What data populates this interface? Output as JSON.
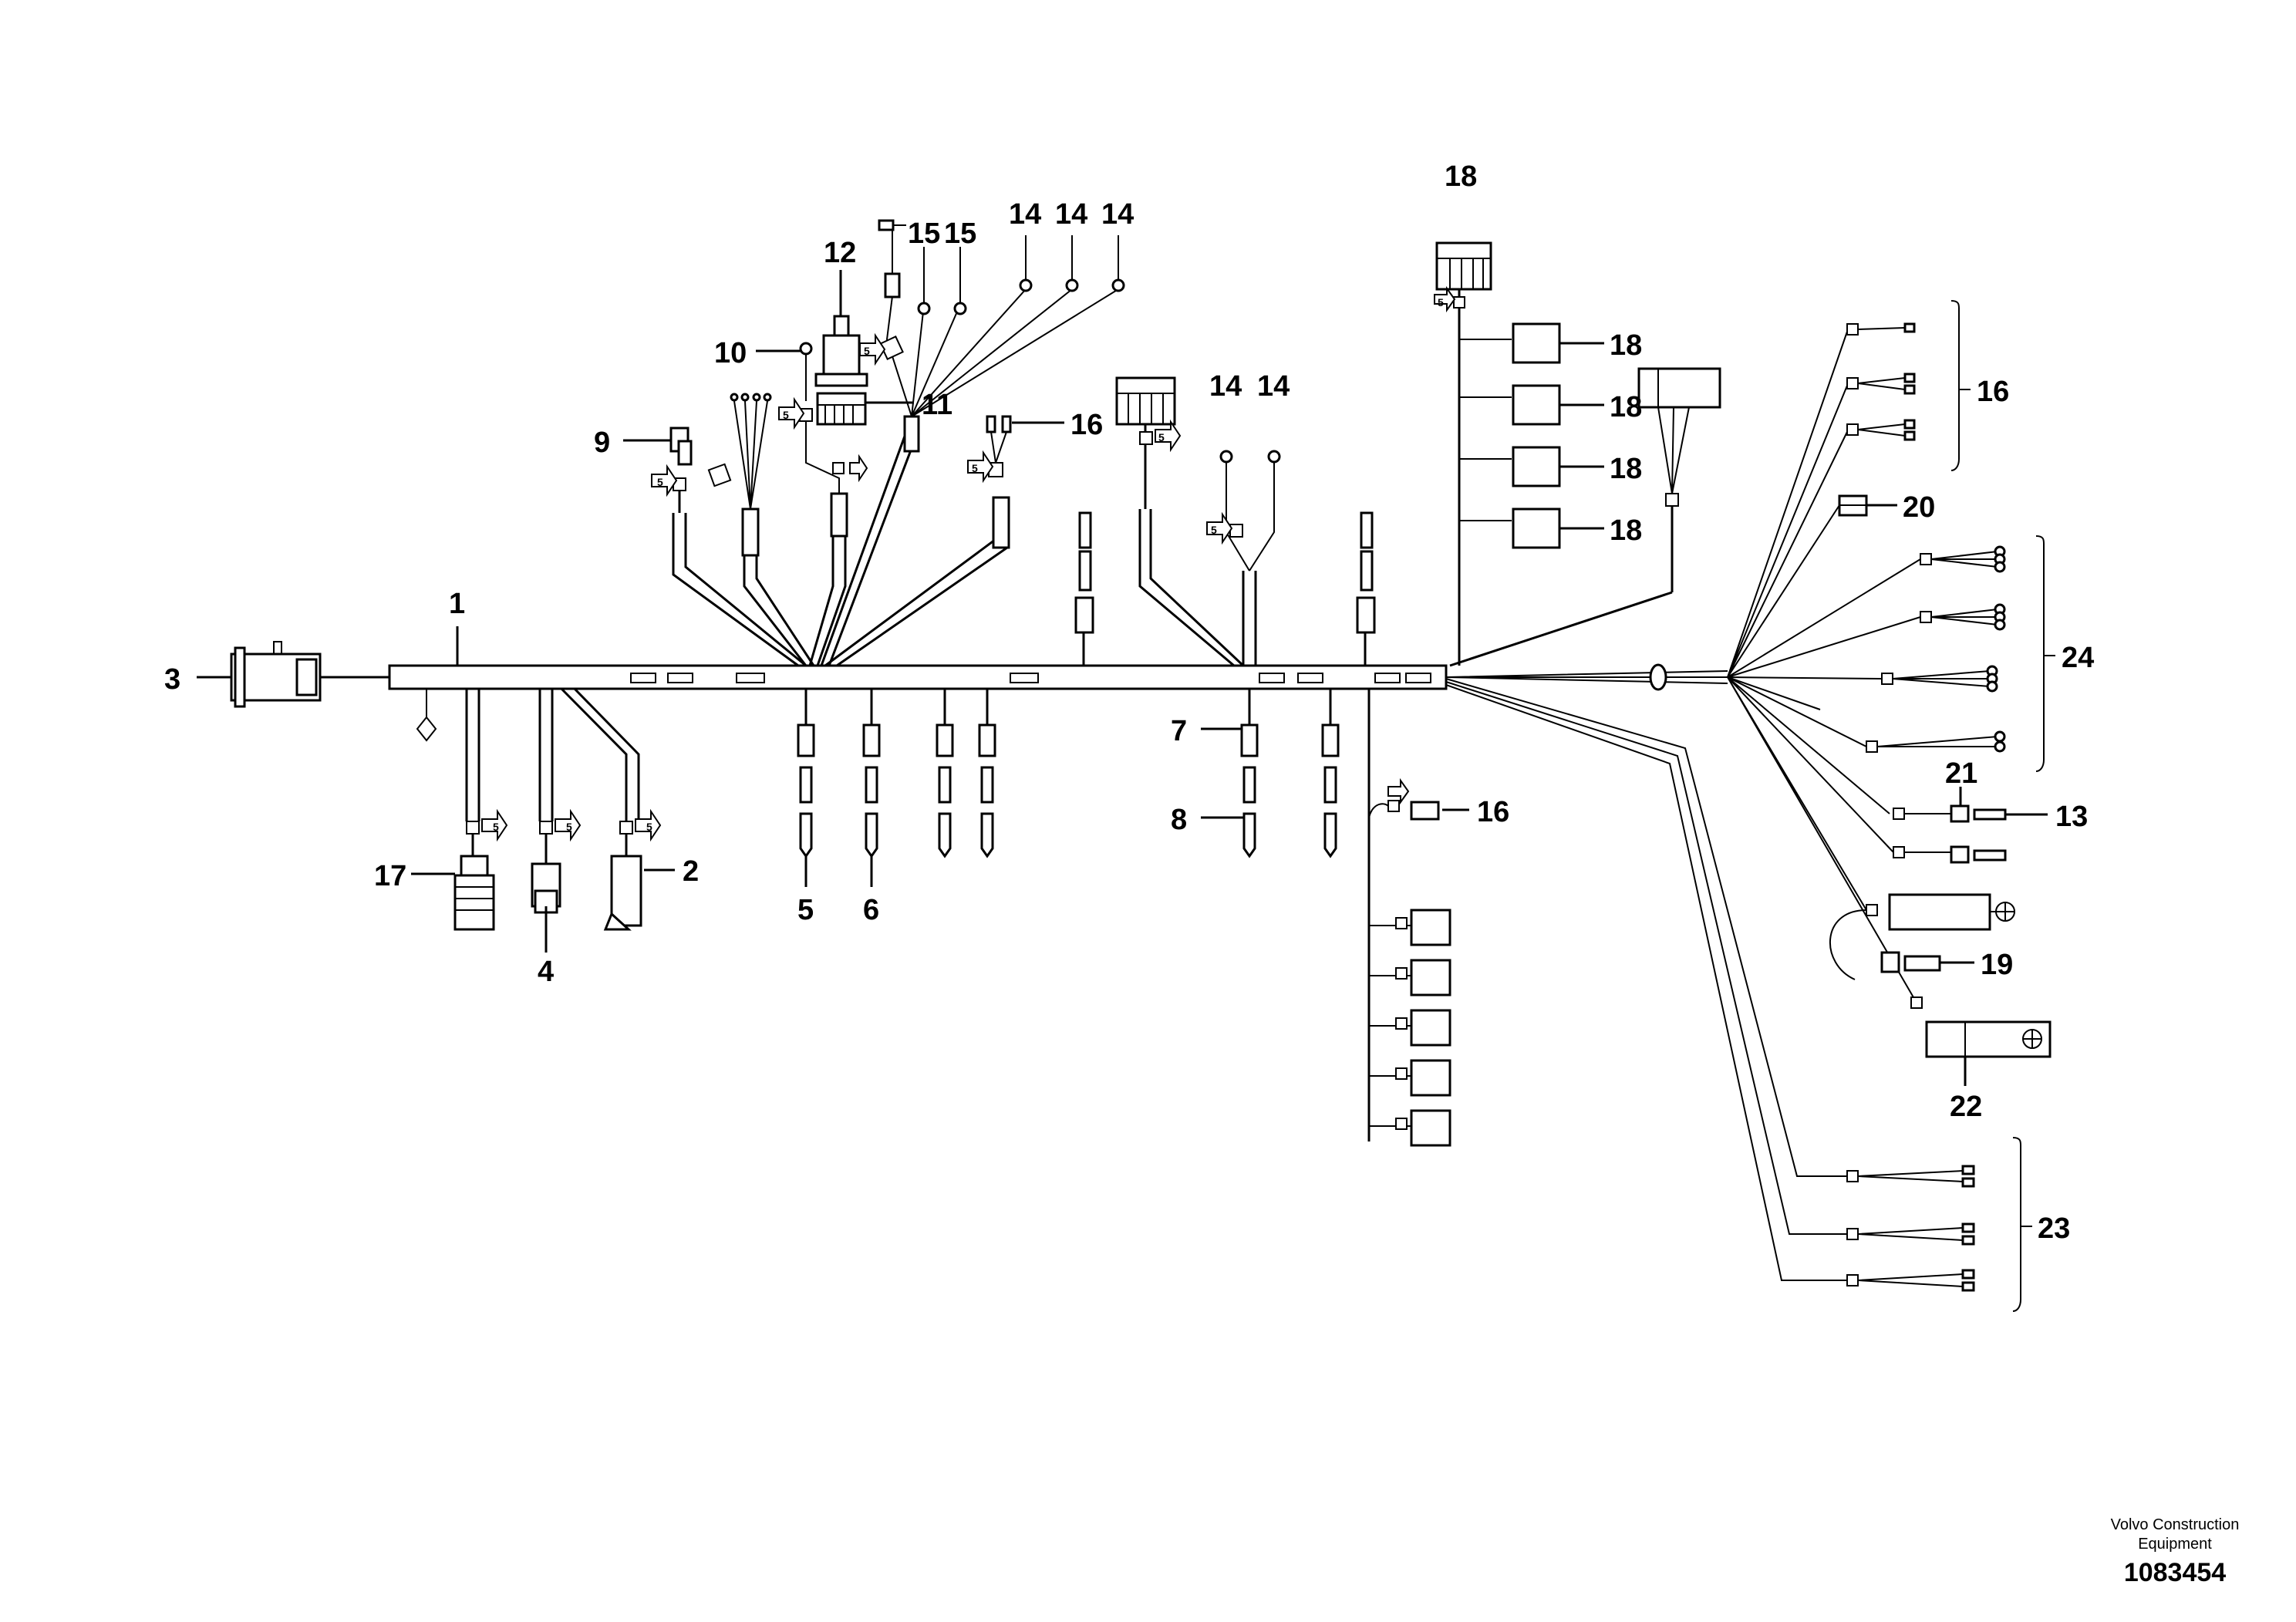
{
  "callouts": {
    "c1": "1",
    "c2": "2",
    "c3": "3",
    "c4": "4",
    "c5": "5",
    "c6": "6",
    "c7": "7",
    "c8": "8",
    "c9": "9",
    "c10": "10",
    "c11": "11",
    "c12": "12",
    "c13": "13",
    "c14a": "14",
    "c14b": "14",
    "c14c": "14",
    "c14d": "14",
    "c14e": "14",
    "c15a": "15",
    "c15b": "15",
    "c16a": "16",
    "c16b": "16",
    "c16c": "16",
    "c17": "17",
    "c18a": "18",
    "c18b": "18",
    "c18c": "18",
    "c18d": "18",
    "c18e": "18",
    "c19": "19",
    "c20": "20",
    "c21": "21",
    "c22": "22",
    "c23": "23",
    "c24": "24"
  },
  "connector_tag": "5",
  "footer": {
    "company_line1": "Volvo Construction",
    "company_line2": "Equipment",
    "drawing_number": "1083454"
  }
}
